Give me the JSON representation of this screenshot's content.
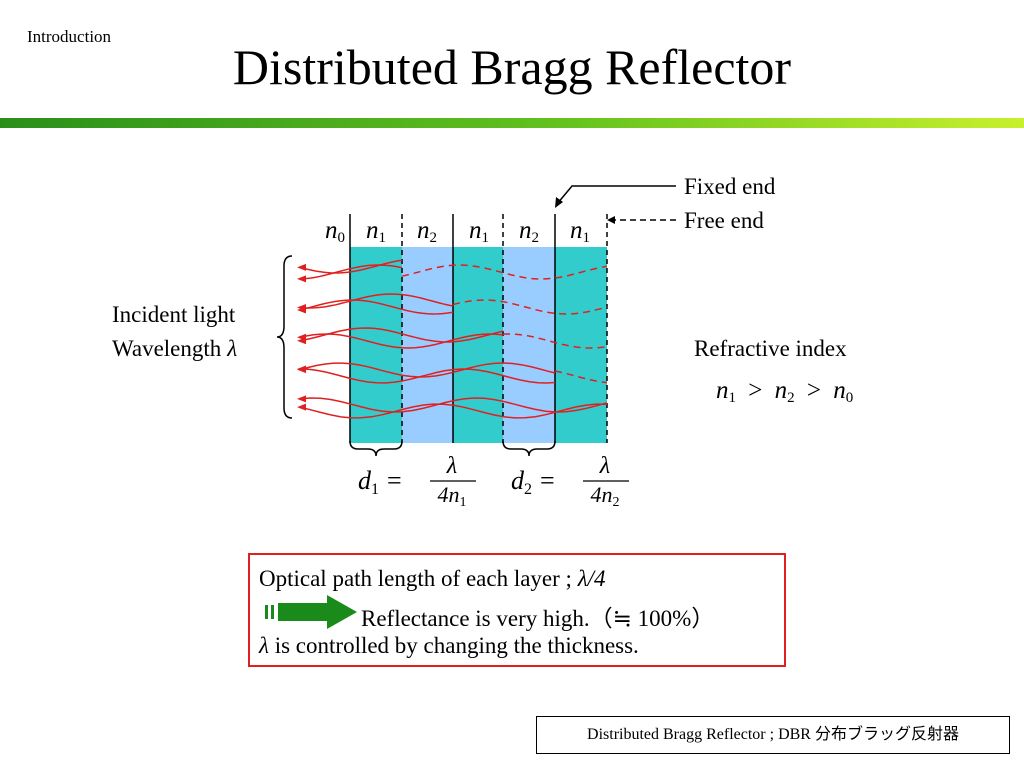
{
  "header": {
    "section": "Introduction",
    "title": "Distributed Bragg Reflector"
  },
  "diagram": {
    "layers": [
      {
        "symbol": "n",
        "sub": "0",
        "color": "#ffffff"
      },
      {
        "symbol": "n",
        "sub": "1",
        "color": "#33cccc"
      },
      {
        "symbol": "n",
        "sub": "2",
        "color": "#99ccff"
      },
      {
        "symbol": "n",
        "sub": "1",
        "color": "#33cccc"
      },
      {
        "symbol": "n",
        "sub": "2",
        "color": "#99ccff"
      },
      {
        "symbol": "n",
        "sub": "1",
        "color": "#33cccc"
      }
    ],
    "fixed_end": "Fixed end",
    "free_end": "Free end",
    "incident_line1": "Incident light",
    "incident_line2": "Wavelength",
    "lambda": "λ",
    "refractive_title": "Refractive index",
    "relation": {
      "a": "n",
      "a_sub": "1",
      "op": ">",
      "b": "n",
      "b_sub": "2",
      "c": "n",
      "c_sub": "0"
    },
    "d1": {
      "var": "d",
      "sub": "1",
      "eq": "=",
      "num": "λ",
      "den": "4n",
      "den_sub": "1"
    },
    "d2": {
      "var": "d",
      "sub": "2",
      "eq": "=",
      "num": "λ",
      "den": "4n",
      "den_sub": "2"
    },
    "wave_color": "#e02020",
    "wave_count": 5
  },
  "info": {
    "line1": "Optical path length of each layer ;",
    "line1_math": "λ/4",
    "line2": "Reflectance is very high.",
    "line2_extra": "（≒ 100%）",
    "line3_lambda": "λ",
    "line3": "is controlled by changing the thickness.",
    "arrow_color": "#1a8a1a",
    "border_color": "#e02020"
  },
  "footer": {
    "text": "Distributed Bragg Reflector ; DBR 分布ブラッグ反射器"
  }
}
